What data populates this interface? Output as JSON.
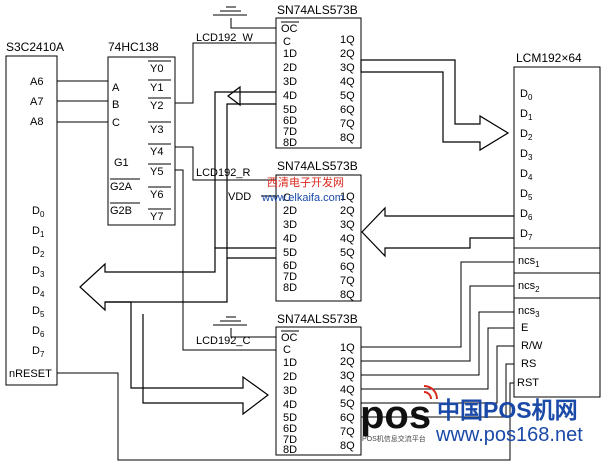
{
  "cpu": {
    "name": "S3C2410A",
    "addr_pins": [
      "A6",
      "A7",
      "A8"
    ],
    "data_pins": [
      "D0",
      "D1",
      "D2",
      "D3",
      "D4",
      "D5",
      "D6",
      "D7"
    ],
    "reset_pin": "nRESET"
  },
  "decoder": {
    "name": "74HC138",
    "inputs": [
      "A",
      "B",
      "C"
    ],
    "enables": [
      "G1",
      "G2A",
      "G2B"
    ],
    "outputs": [
      "Y0",
      "Y1",
      "Y2",
      "Y3",
      "Y4",
      "Y5",
      "Y6",
      "Y7"
    ]
  },
  "latches": [
    {
      "name": "SN74ALS573B",
      "signal": "LCD192_W"
    },
    {
      "name": "SN74ALS573B",
      "signal": "LCD192_R"
    },
    {
      "name": "SN74ALS573B",
      "signal": "LCD192_C"
    }
  ],
  "latch_pins": {
    "control": [
      "OC",
      "C"
    ],
    "d": [
      "1D",
      "2D",
      "3D",
      "4D",
      "5D",
      "6D",
      "7D",
      "8D"
    ],
    "q": [
      "1Q",
      "2Q",
      "3Q",
      "4Q",
      "5Q",
      "6Q",
      "7Q",
      "8Q"
    ]
  },
  "vdd_label": "VDD",
  "lcm": {
    "name": "LCM192×64",
    "data_pins": [
      "D0",
      "D1",
      "D2",
      "D3",
      "D4",
      "D5",
      "D6",
      "D7"
    ],
    "ncs": [
      "ncs1",
      "ncs2",
      "ncs3"
    ],
    "control": [
      "E",
      "R/W",
      "RS",
      "RST"
    ]
  },
  "watermarks": {
    "top_cn": "西清电子开发网",
    "top_url": "www.elkaifa.com",
    "bottom_logo": "pos",
    "bottom_cn": "中国POS机网",
    "bottom_url": "www.pos168.net",
    "bottom_tag": "POS机信息交流平台"
  },
  "colors": {
    "line": "#000000",
    "watermark_red": "#d9281e",
    "watermark_blue": "#1a49a8"
  }
}
